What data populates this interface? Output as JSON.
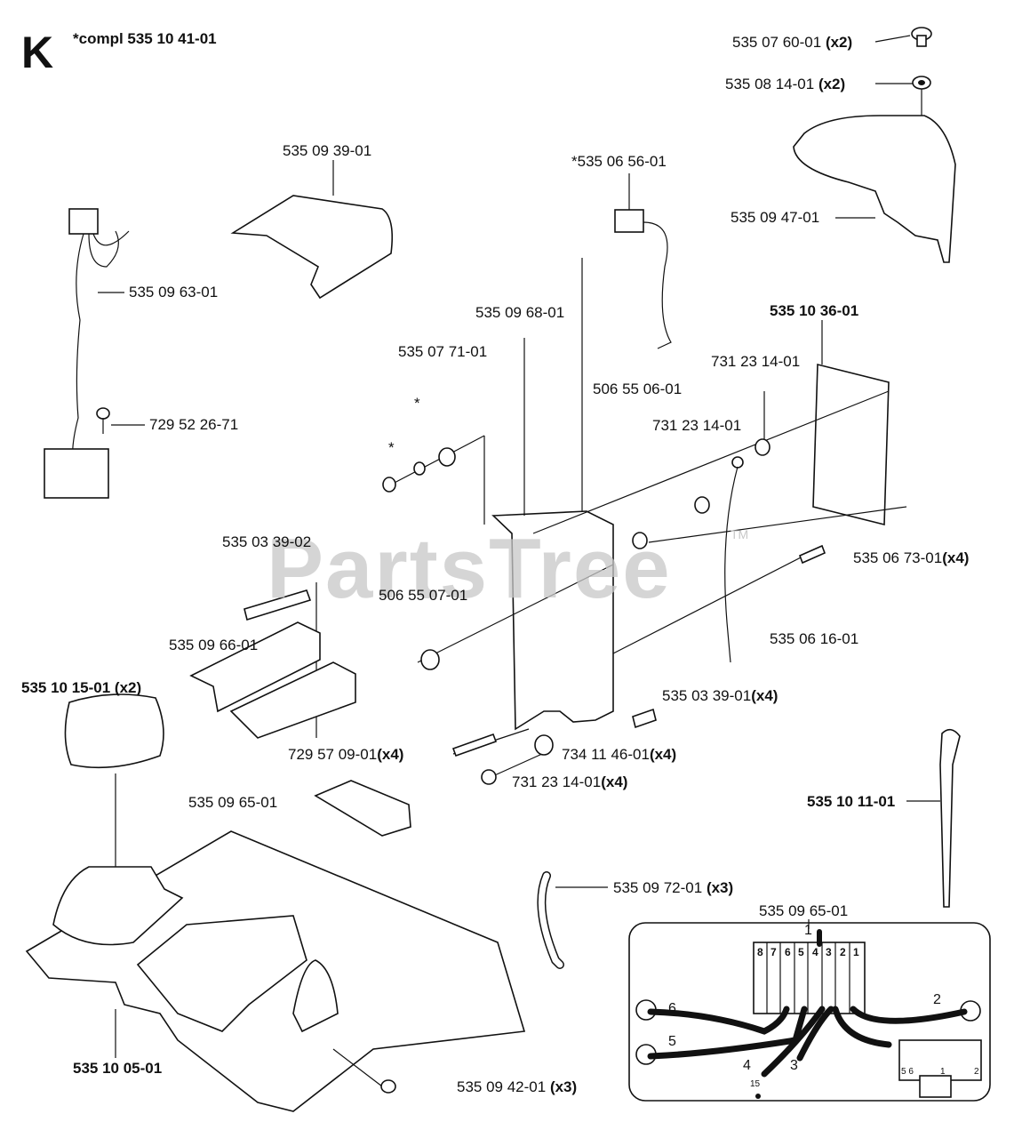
{
  "header": {
    "section_letter": "K",
    "compl_label": "*compl 535 10 41-01"
  },
  "watermark": {
    "text": "PartsTree",
    "trademark": "TM"
  },
  "parts": {
    "p_535_07_60_01": {
      "number": "535 07 60-01",
      "qty": "(x2)"
    },
    "p_535_08_14_01": {
      "number": "535 08 14-01",
      "qty": "(x2)"
    },
    "p_535_09_47_01": {
      "number": "535 09 47-01"
    },
    "p_535_09_39_01": {
      "number": "535 09 39-01"
    },
    "p_535_06_56_01": {
      "number": "*535 06 56-01"
    },
    "p_535_09_63_01": {
      "number": "535 09 63-01"
    },
    "p_535_09_68_01": {
      "number": "535 09 68-01"
    },
    "p_535_10_36_01": {
      "number": "535 10 36-01"
    },
    "p_535_07_71_01": {
      "number": "535 07 71-01"
    },
    "p_731_23_14_01_a": {
      "number": "731 23 14-01"
    },
    "p_506_55_06_01": {
      "number": "506 55 06-01"
    },
    "p_731_23_14_01_b": {
      "number": "731 23 14-01"
    },
    "p_729_52_26_71": {
      "number": "729 52 26-71"
    },
    "p_535_03_39_02": {
      "number": "535 03 39-02"
    },
    "p_535_06_73_01": {
      "number": "535 06 73-01",
      "qty": "(x4)"
    },
    "p_506_55_07_01": {
      "number": "506 55 07-01"
    },
    "p_535_09_66_01": {
      "number": "535 09 66-01"
    },
    "p_535_06_16_01": {
      "number": "535 06 16-01"
    },
    "p_535_10_15_01": {
      "number": "535 10 15-01 (x2)"
    },
    "p_535_03_39_01": {
      "number": "535 03 39-01",
      "qty": "(x4)"
    },
    "p_729_57_09_01": {
      "number": "729 57 09-01",
      "qty": "(x4)"
    },
    "p_734_11_46_01": {
      "number": "734 11 46-01",
      "qty": "(x4)"
    },
    "p_731_23_14_01_c": {
      "number": "731 23 14-01",
      "qty": "(x4)"
    },
    "p_535_09_65_01_a": {
      "number": "535 09 65-01"
    },
    "p_535_10_11_01": {
      "number": "535 10 11-01"
    },
    "p_535_09_72_01": {
      "number": "535 09 72-01",
      "qty": "(x3)"
    },
    "p_535_09_65_01_b": {
      "number": "535 09 65-01"
    },
    "p_535_10_05_01": {
      "number": "535 10 05-01"
    },
    "p_535_09_42_01": {
      "number": "535 09 42-01",
      "qty": "(x3)"
    }
  },
  "asterisks": [
    "*",
    "*"
  ],
  "terminal_block": {
    "pins": [
      "8",
      "7",
      "6",
      "5",
      "4",
      "3",
      "2",
      "1"
    ],
    "wires": [
      "1",
      "2",
      "3",
      "4",
      "5",
      "6"
    ],
    "ground": "15",
    "switch_labels": {
      "left": "5 6",
      "right": "1",
      "far": "2"
    }
  },
  "icons": [
    "bolt-icon",
    "washer-icon",
    "screw-icon",
    "cover-icon",
    "circuit-board-icon",
    "wire-harness-icon",
    "probe-icon"
  ]
}
